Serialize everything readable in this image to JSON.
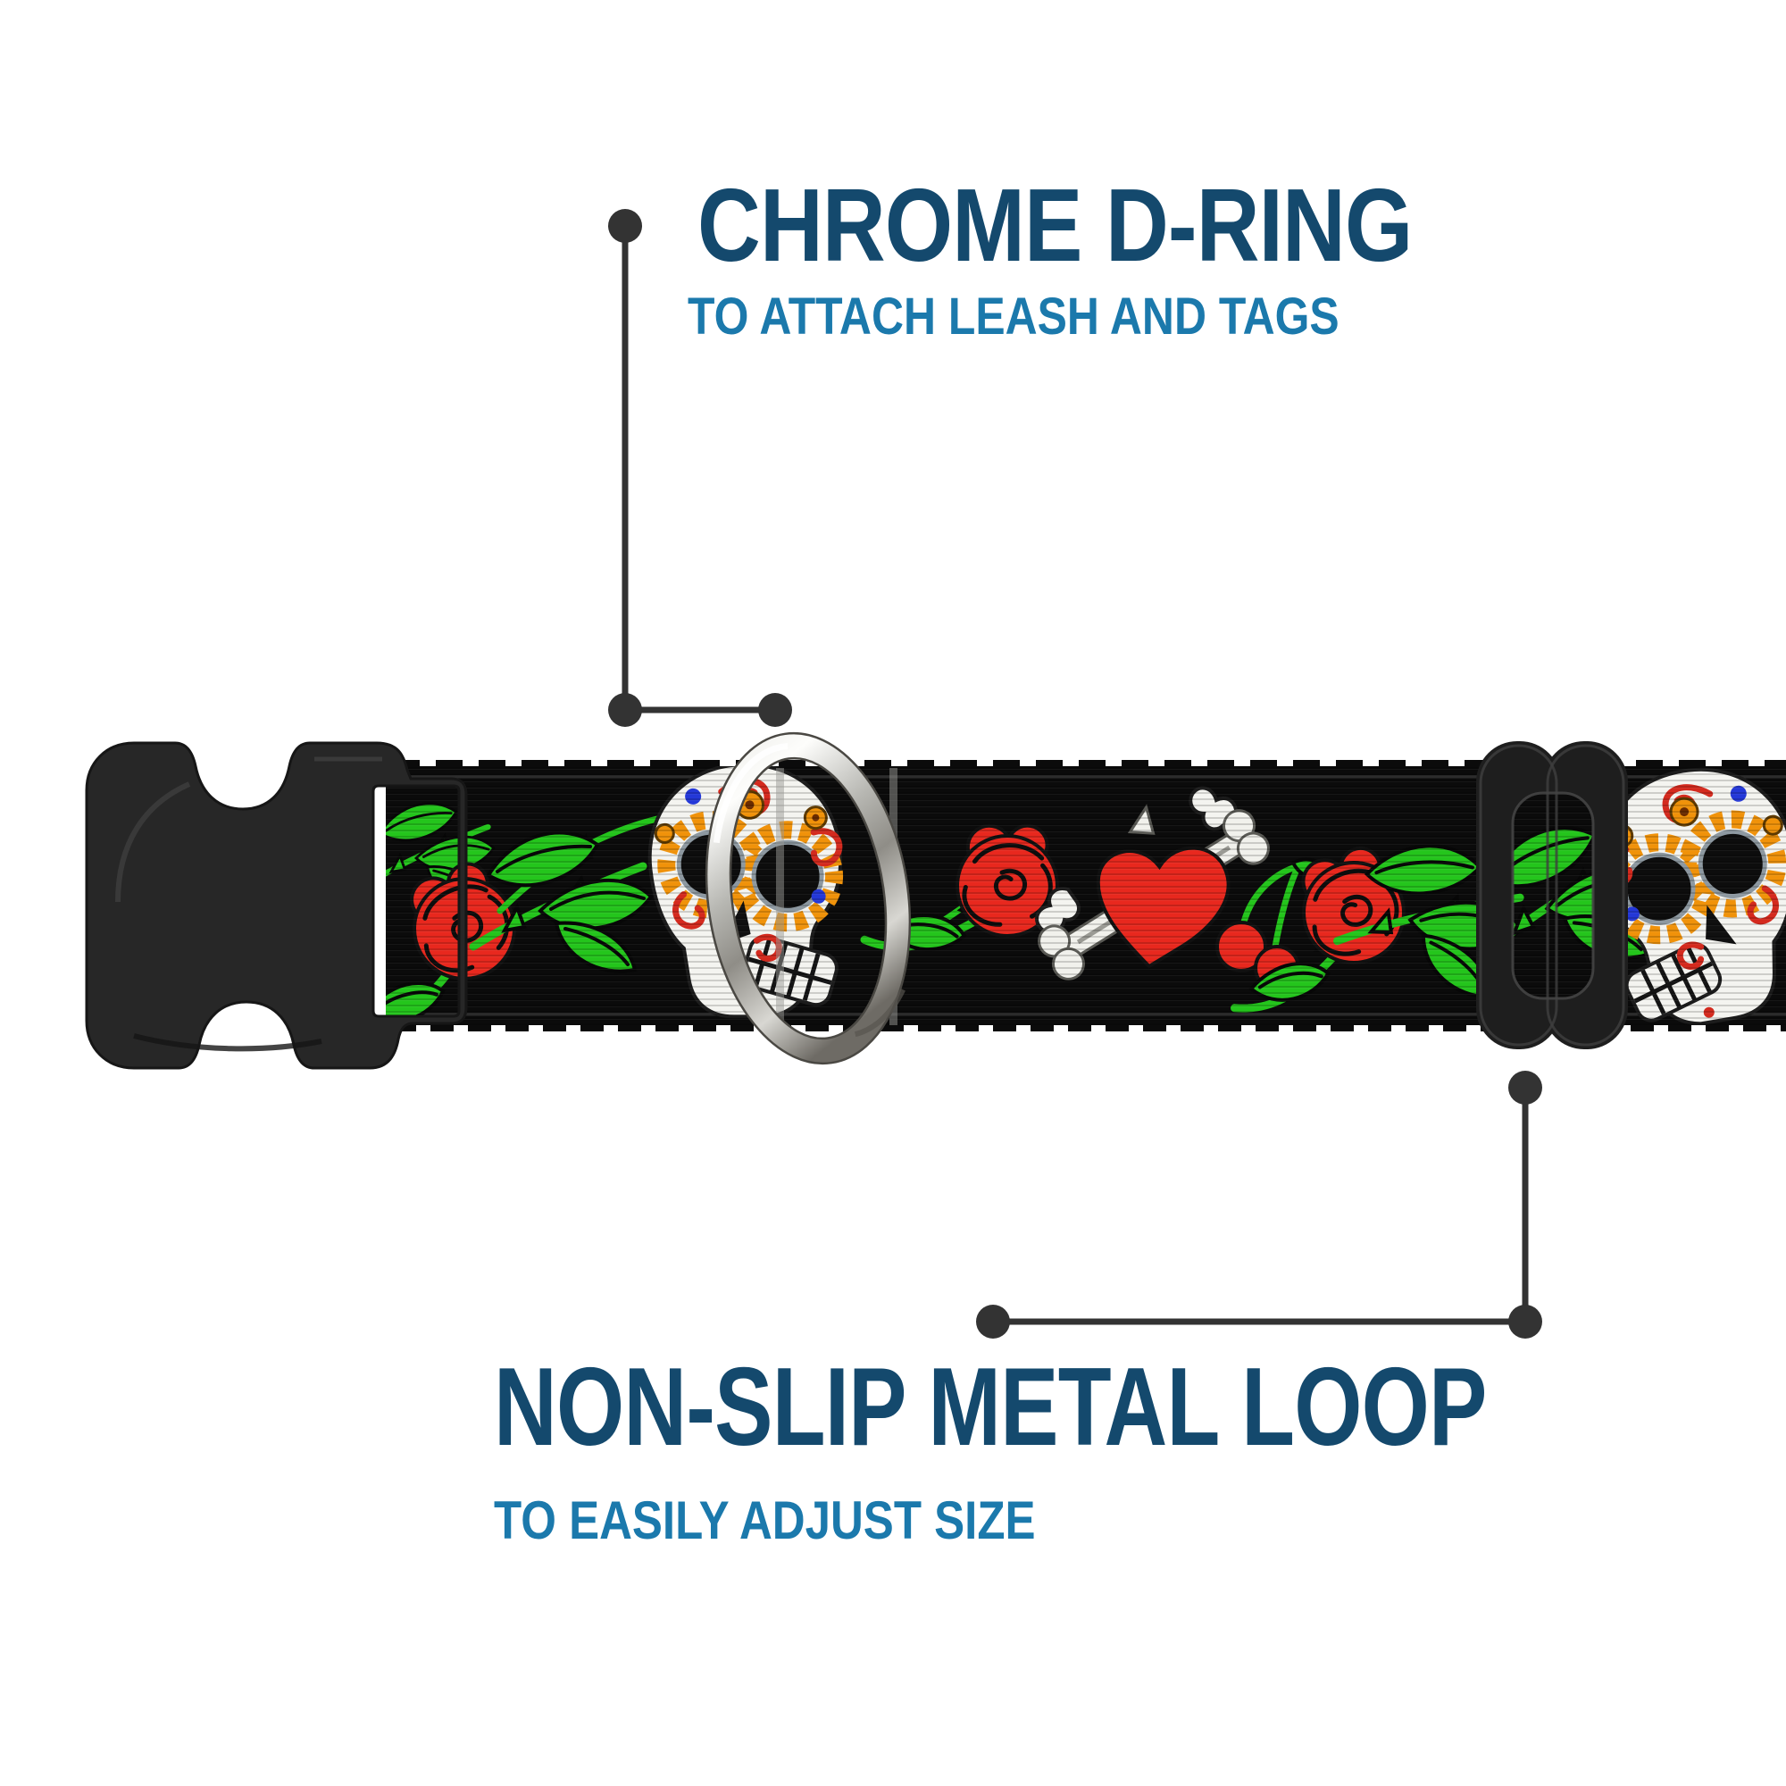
{
  "page": {
    "background": "#ffffff",
    "description_role": "product-feature-infographic"
  },
  "callouts": {
    "top": {
      "title": "CHROME D-RING",
      "subtitle": "TO ATTACH LEASH AND TAGS"
    },
    "bottom": {
      "title": "NON-SLIP METAL LOOP",
      "subtitle": "TO EASILY ADJUST SIZE"
    }
  },
  "product": {
    "parts": [
      "side-release-buckle",
      "patterned-webbing",
      "chrome-d-ring",
      "metal-slider-loop"
    ],
    "pattern_motifs": [
      "red-rose",
      "green-rose-leaves",
      "sugar-skull",
      "heart-pierced-by-bone",
      "cherries"
    ]
  },
  "colors": {
    "headline": "#14496d",
    "subtitle": "#1b79ac",
    "leader": "#333333",
    "webbing_black": "#0b0b0b",
    "pattern_green": "#24c51c",
    "pattern_red": "#e8281e",
    "pattern_orange": "#f0920a",
    "pattern_white": "#f4f4f0",
    "accent_blue_dot": "#2438d8",
    "chrome_light": "#f4f4f0",
    "chrome_dark": "#6e6b65",
    "plastic_black": "#272727"
  }
}
